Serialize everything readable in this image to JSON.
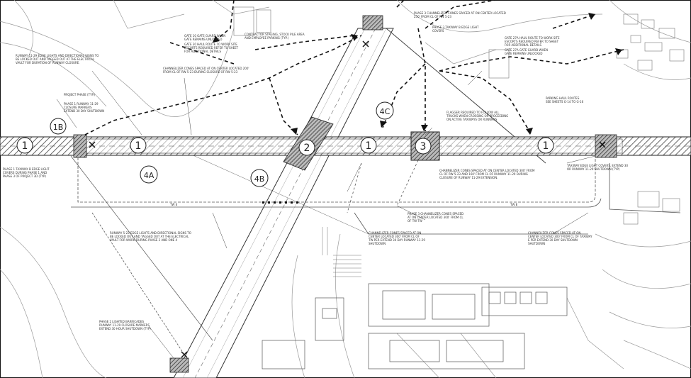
{
  "phase_labels": [
    {
      "id": "p1a",
      "text": "1"
    },
    {
      "id": "p1b",
      "text": "1"
    },
    {
      "id": "p1c",
      "text": "1"
    },
    {
      "id": "p1d",
      "text": "1"
    },
    {
      "id": "p2",
      "text": "2"
    },
    {
      "id": "p3",
      "text": "3"
    },
    {
      "id": "p1b_alt",
      "text": "1B"
    },
    {
      "id": "p4a",
      "text": "4A"
    },
    {
      "id": "p4b",
      "text": "4B"
    },
    {
      "id": "p4c",
      "text": "4C"
    }
  ],
  "taxiway_labels": [
    {
      "id": "tw1",
      "text": "TW E"
    },
    {
      "id": "tw2",
      "text": "TW E"
    }
  ],
  "notes": [
    {
      "id": "n1",
      "lines": [
        "RUNWAY 11-29 EDGE LIGHTS AND DIRECTIONAL SIGNS TO",
        "BE LOCKED OUT AND TAGGED OUT AT THE ELECTRICAL",
        "VAULT FOR DURATION OF RUNWAY CLOSURE."
      ]
    },
    {
      "id": "n2",
      "lines": [
        "PROJECT PHASE (TYP.)"
      ]
    },
    {
      "id": "n3",
      "lines": [
        "CONTRACTOR STAGING, STOCK PILE AREA",
        "AND EMPLOYEE PARKING (TYP.)"
      ]
    },
    {
      "id": "n4",
      "lines": [
        "GATE 10 GATE GUARD WHEN",
        "GATE REMAINS UNLOCKED"
      ]
    },
    {
      "id": "n5",
      "lines": [
        "GATE 30 HAUL ROUTE TO WORK SITE",
        "ESCORTS REQUIRED REFER TO SHEET",
        "FOR ADDITIONAL DETAILS"
      ]
    },
    {
      "id": "n6",
      "lines": [
        "CHANNELIZER CONES SPACED AT ON CENTER LOCATED 200'",
        "FROM CL OF RW 5-23 DURING CLOSURE OF RW 5-23"
      ]
    },
    {
      "id": "n7",
      "lines": [
        "PHASE 3 CHANNELIZER CONES SPACED AT ON CENTER LOCATED",
        "250' FROM CL OF RW 5-23"
      ]
    },
    {
      "id": "n8",
      "lines": [
        "PHASE 3 TAXIWAY B EDGE LIGHT",
        "COVERS"
      ]
    },
    {
      "id": "n9",
      "lines": [
        "GATE 27A HAUL ROUTE TO WORK SITE",
        "ESCORTS REQUIRED REFER TO SHEET",
        "FOR ADDITIONAL DETAILS"
      ]
    },
    {
      "id": "n10",
      "lines": [
        "GATE 27A GATE GUARD WHEN",
        "GATE REMAINS UNLOCKED"
      ]
    },
    {
      "id": "n11",
      "lines": [
        "PARKING HAUL ROUTES",
        "SEE SHEETS G-14 TO G-16"
      ]
    },
    {
      "id": "n12",
      "lines": [
        "FLAGGER REQUIRED TO FOLLOW ALL",
        "TRUCKS WHEN CROSSING OR PROCEEDING",
        "ON ACTIVE TAXIWAYS OR RUNWAYS"
      ]
    },
    {
      "id": "n13",
      "lines": [
        "TAXIWAY EDGE LIGHT COVERS, EXTEND 30",
        "OR RUNWAY 11-29 SHUTDOWN (TYP)"
      ]
    },
    {
      "id": "n14",
      "lines": [
        "PHASE 1 RUNWAY 11-29",
        "CLOSURE MARKERS",
        "EXTEND 30 DAY SHUTDOWN"
      ]
    },
    {
      "id": "n15",
      "lines": [
        "CHANNELIZER CONES SPACED AT ON CENTER LOCATED 300' FROM",
        "CL OF RW 5-23 AND 160' FROM CL OF RUNWAY 11-29 DURING",
        "CLOSURE OF RUNWAY 11-29 EXTENSION."
      ]
    },
    {
      "id": "n16",
      "lines": [
        "PHASE 3 CHANNELIZER CONES SPACED",
        "AT ON CENTER LOCATED 300' FROM CL",
        "OF TW TW"
      ]
    },
    {
      "id": "n17",
      "lines": [
        "CHANNELIZER CONES SPACED AT ON",
        "CENTER LOCATED 300' FROM CL OF",
        "TW PER EXTEND 30 DAY RUNWAY 11-29",
        "SHUTDOWN"
      ]
    },
    {
      "id": "n18",
      "lines": [
        "CHANNELIZER CONES SPACED AT ON",
        "CENTER LOCATED 300' FROM CL OF TAXIWAY",
        "E PER EXTEND 30 DAY SHUTDOWN",
        "SHUTDOWN"
      ]
    },
    {
      "id": "n19",
      "lines": [
        "RUNWAY 5-23 EDGE LIGHTS AND DIRECTIONAL SIGNS TO",
        "BE LOCKED OUT AND TAGGED OUT AT THE ELECTRICAL",
        "VAULT FOR WORK DURING PHASE 2 AND ONE 4"
      ]
    },
    {
      "id": "n20",
      "lines": [
        "PHASE 2 LIGHTED BARRICADES",
        "RUNWAY 11-29 CLOSURE MARKERS",
        "EXTEND 30 HOUR SHUTDOWN (TYP)"
      ]
    },
    {
      "id": "n21",
      "lines": [
        "PHASE 1 TAXIWAY B EDGE LIGHT",
        "COVERS DURING PHASE 1 AND",
        "PHASE 3 OF PROJECT 3D (TYP)"
      ]
    }
  ],
  "colors": {
    "ink": "#1a1a1a",
    "line": "#555555",
    "light": "#9a9a9a",
    "hatch": "#6a6a6a"
  }
}
